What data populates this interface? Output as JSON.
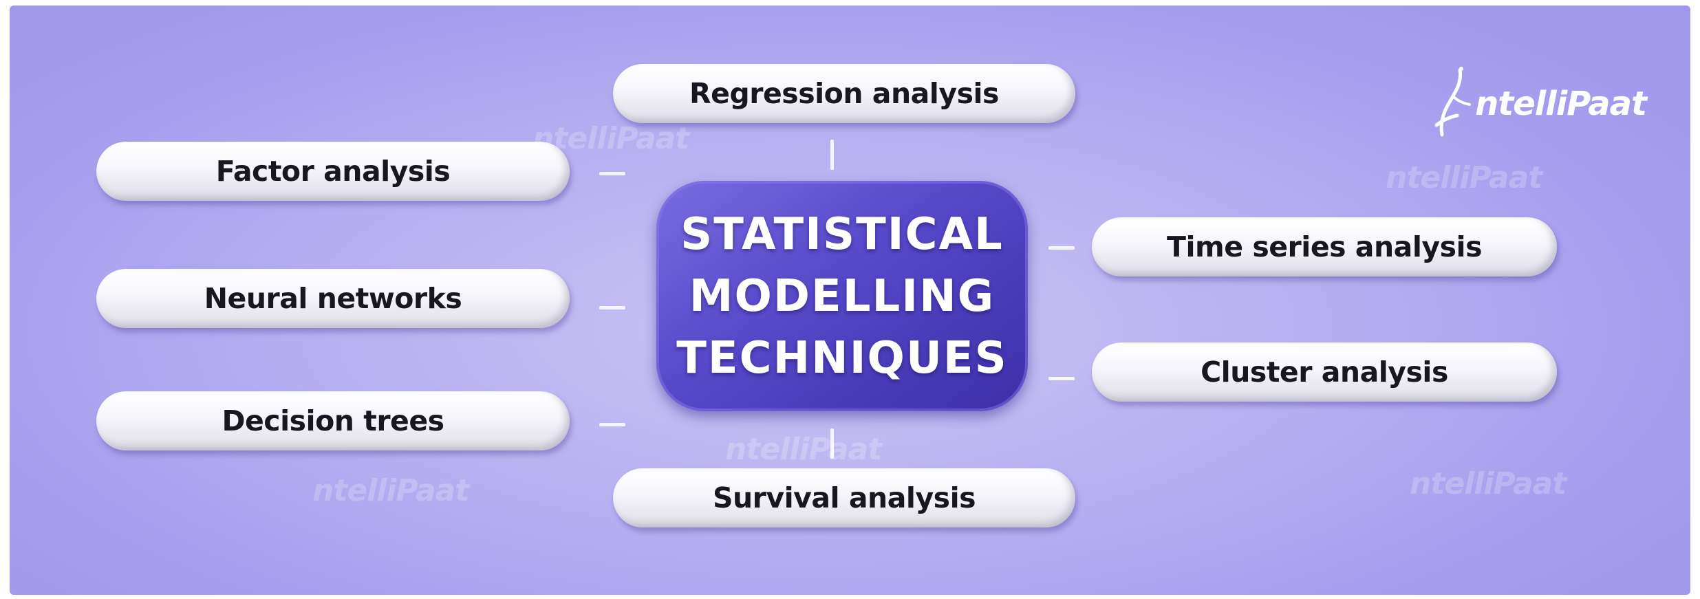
{
  "diagram": {
    "center": {
      "lines": [
        "STATISTICAL",
        "MODELLING",
        "TECHNIQUES"
      ]
    },
    "techniques": {
      "top": "Regression analysis",
      "bottom": "Survival analysis",
      "left": [
        "Factor analysis",
        "Neural networks",
        "Decision trees"
      ],
      "right": [
        "Time series analysis",
        "Cluster analysis"
      ]
    }
  },
  "brand": {
    "logo_text": "ntelliPaat",
    "watermark_text": "ntelliPaat"
  },
  "colors": {
    "background": "#b3aaf0",
    "center_box": "#5447c6",
    "pill": "#f4f3f9",
    "pill_text": "#17171f",
    "logo": "#ffffff"
  }
}
